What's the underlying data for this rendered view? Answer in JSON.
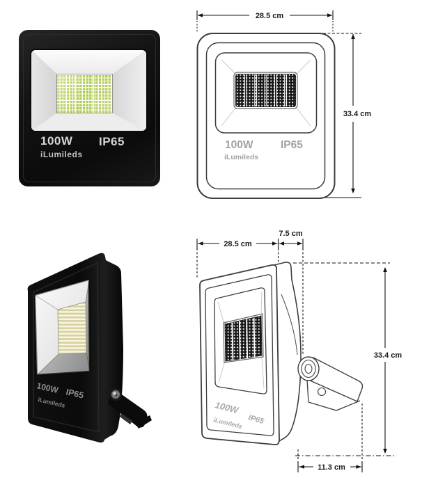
{
  "product": {
    "brand": "iLumileds",
    "wattage": "100W",
    "ip_rating": "IP65"
  },
  "photo_front": {
    "wattage": "100W",
    "ip_rating": "IP65",
    "brand": "iLumileds"
  },
  "drawing_front": {
    "wattage": "100W",
    "ip_rating": "IP65",
    "brand": "iLumileds",
    "dim_width": "28.5 cm",
    "dim_height": "33.4 cm"
  },
  "photo_angled": {
    "wattage": "100W",
    "ip_rating": "IP65",
    "brand": "iLumileds"
  },
  "drawing_side": {
    "wattage": "100W",
    "ip_rating": "IP65",
    "brand": "iLumileds",
    "dim_width": "28.5 cm",
    "dim_depth": "7.5 cm",
    "dim_height": "33.4 cm",
    "dim_base": "11.3 cm"
  },
  "colors": {
    "body_black": "#111111",
    "led_green": "#aecb4f",
    "line_gray": "#3d3d3d",
    "label_gray": "#a2a2a2",
    "dim_text": "#1a1a1a"
  }
}
